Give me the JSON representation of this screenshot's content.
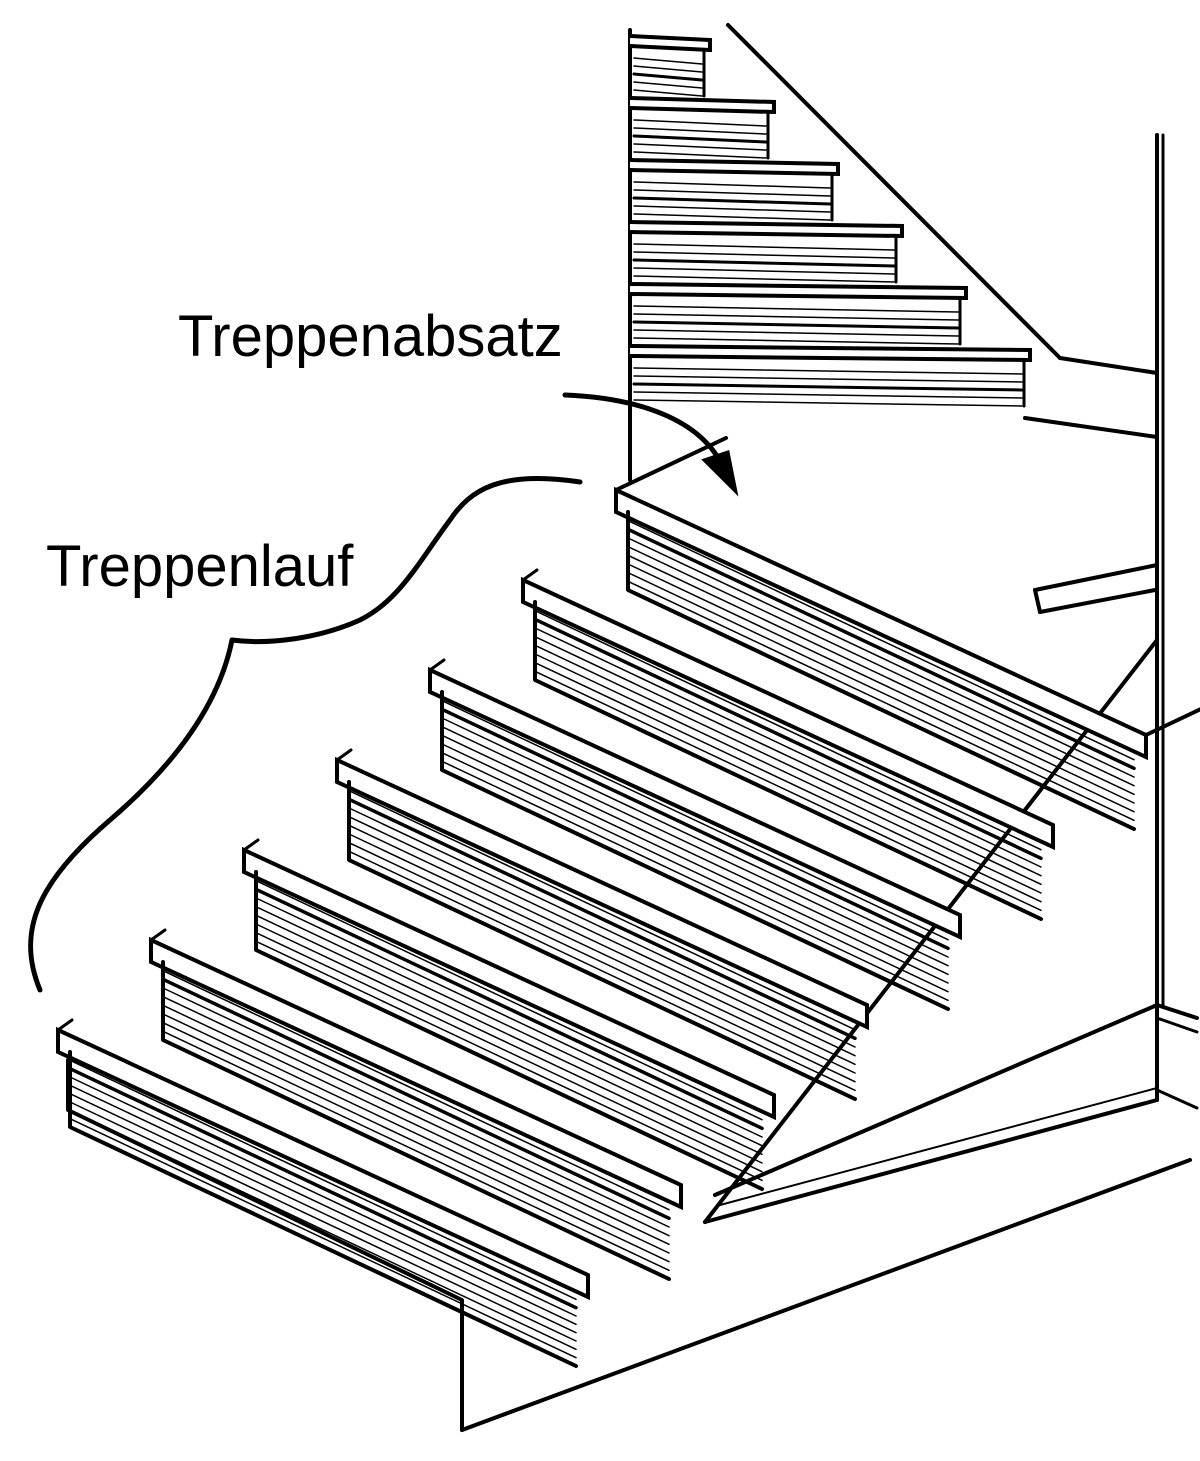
{
  "labels": {
    "landing": "Treppenabsatz",
    "flight": "Treppenlauf"
  },
  "colors": {
    "ink": "#000000",
    "paper": "#ffffff"
  },
  "lower_flight_steps": 7,
  "upper_flight_steps": 6
}
